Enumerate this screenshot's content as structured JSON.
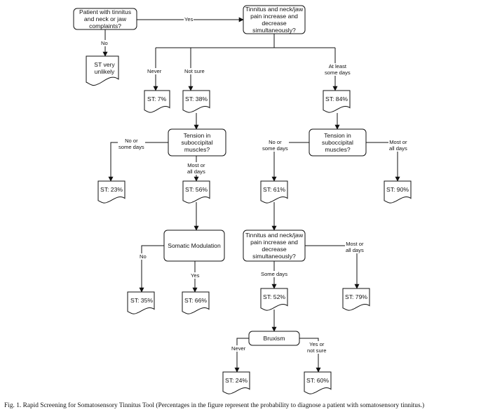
{
  "nodes": {
    "start": "Patient with tinnitus\nand neck or jaw\ncomplaints?",
    "q_simul_1": "Tinnitus and neck/jaw\npain increase and\ndecrease\nsimultaneously?",
    "st_unlikely": "ST very\nunlikely",
    "st_7": "ST: 7%",
    "st_38": "ST: 38%",
    "st_84": "ST: 84%",
    "q_tension_1": "Tension in\nsuboccipital\nmuscles?",
    "q_tension_2": "Tension in\nsuboccipital\nmuscles?",
    "st_23": "ST: 23%",
    "st_56": "ST: 56%",
    "st_61": "ST: 61%",
    "st_90": "ST: 90%",
    "q_somatic": "Somatic Modulation",
    "q_simul_2": "Tinnitus and neck/jaw\npain increase and\ndecrease\nsimultaneously?",
    "st_35": "ST: 35%",
    "st_66": "ST: 66%",
    "st_52": "ST: 52%",
    "st_79": "ST: 79%",
    "q_bruxism": "Bruxism",
    "st_24": "ST: 24%",
    "st_60": "ST: 60%"
  },
  "edges": {
    "yes_1": "Yes",
    "no_1": "No",
    "never_1": "Never",
    "not_sure_1": "Not sure",
    "at_least_some_days": "At least\nsome days",
    "no_or_some_days_1": "No or\nsome days",
    "most_or_all_days_1": "Most or\nall days",
    "no_or_some_days_2": "No or\nsome days",
    "most_or_all_days_2": "Most or\nall days",
    "no_2": "No",
    "yes_2": "Yes",
    "some_days": "Some days",
    "most_or_all_days_3": "Most or\nall days",
    "never_2": "Never",
    "yes_or_not_sure": "Yes or\nnot sure"
  },
  "caption": "Fig. 1. Rapid Screening for Somatosensory Tinnitus Tool (Percentages in the figure represent the probability to diagnose a patient with somatosensory tinnitus.)"
}
